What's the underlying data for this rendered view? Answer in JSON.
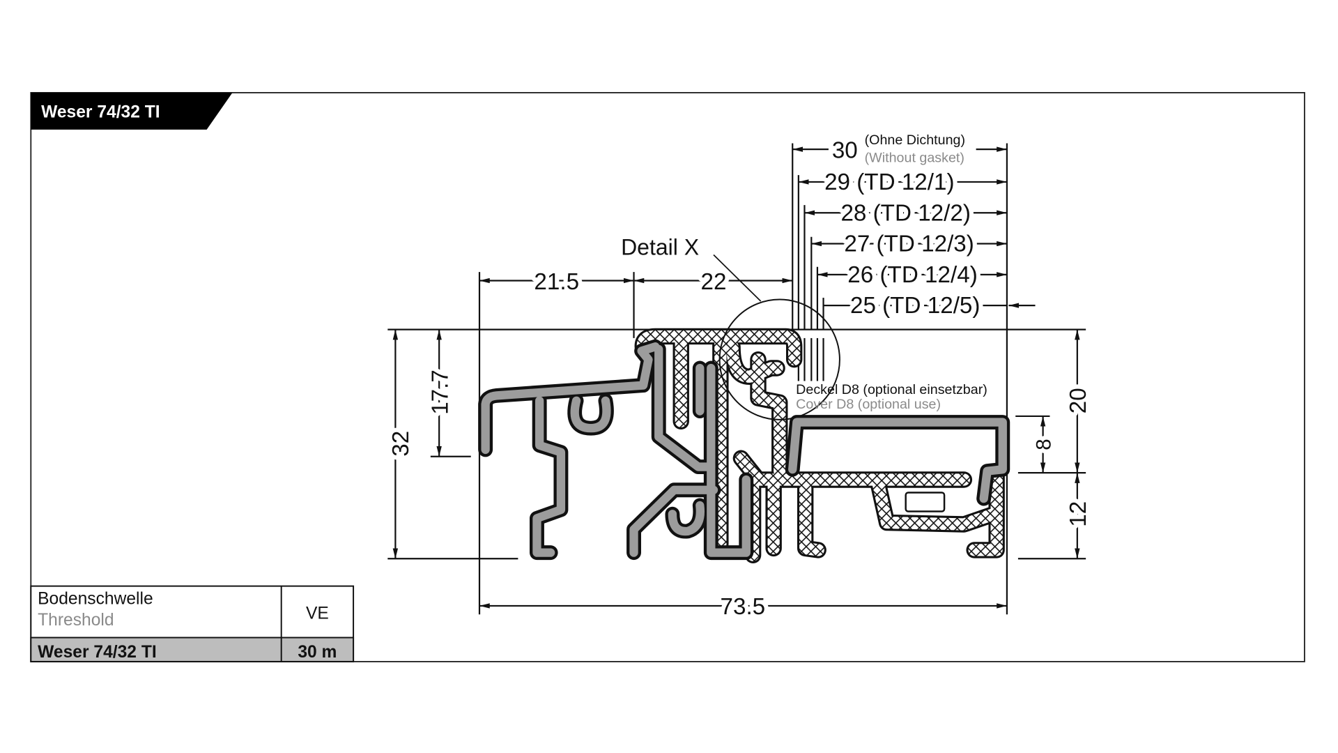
{
  "header": {
    "title": "Weser 74/32 TI"
  },
  "drawing": {
    "dimensions": {
      "overall_width": "73.5",
      "left_width": "21.5",
      "middle_width": "22",
      "total_height": "32",
      "left_height": "17.7",
      "upper_height": "20",
      "lower_height": "12",
      "cover_height": "8"
    },
    "gasket_widths": [
      {
        "label": "30",
        "note_de": "(Ohne Dichtung)",
        "note_en": "(Without gasket)"
      },
      {
        "label": "29 (TD 12/1)"
      },
      {
        "label": "28 (TD 12/2)"
      },
      {
        "label": "27 (TD 12/3)"
      },
      {
        "label": "26 (TD 12/4)"
      },
      {
        "label": "25 (TD 12/5)"
      }
    ],
    "detail_label": "Detail X",
    "cover_note": {
      "de": "Deckel D8 (optional einsetzbar)",
      "en": "Cover D8 (optional use)"
    }
  },
  "table": {
    "description_de": "Bodenschwelle",
    "description_en": "Threshold",
    "unit_header": "VE",
    "product": "Weser 74/32 TI",
    "unit_value": "30 m"
  },
  "colors": {
    "aluminium": "#9c9c9c",
    "header_bg": "#000000",
    "table_row_bg": "#bdbdbd",
    "english_text": "#8a8a8a"
  }
}
